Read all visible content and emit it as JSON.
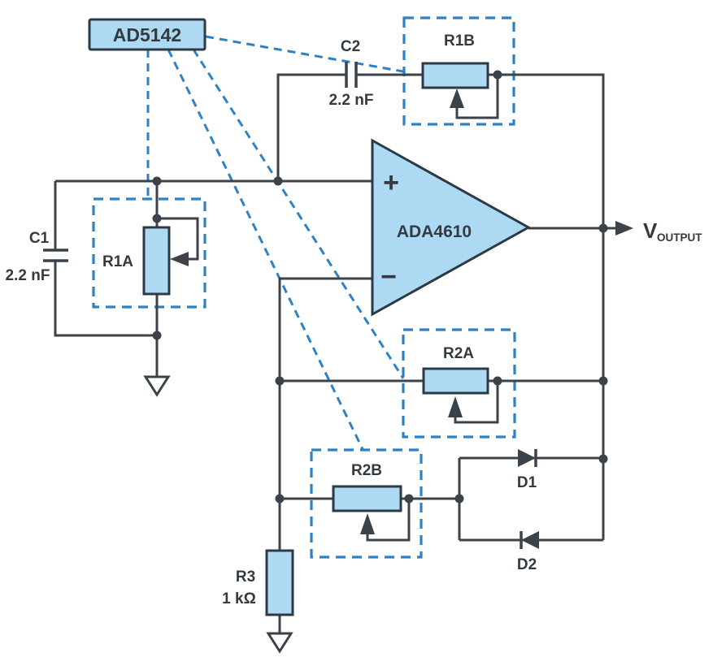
{
  "colors": {
    "component_fill": "#aed9f2",
    "component_border": "#2b3a45",
    "wire": "#3c4249",
    "dashed_blue": "#2e82c4",
    "label": "#333a41",
    "background": "#ffffff"
  },
  "components": {
    "ad5142": {
      "label": "AD5142"
    },
    "opamp": {
      "label": "ADA4610",
      "plus": "+",
      "minus": "−"
    },
    "c1": {
      "label": "C1",
      "value": "2.2 nF"
    },
    "c2": {
      "label": "C2",
      "value": "2.2 nF"
    },
    "r1a": {
      "label": "R1A"
    },
    "r1b": {
      "label": "R1B"
    },
    "r2a": {
      "label": "R2A"
    },
    "r2b": {
      "label": "R2B"
    },
    "r3": {
      "label": "R3",
      "value": "1 kΩ"
    },
    "d1": {
      "label": "D1"
    },
    "d2": {
      "label": "D2"
    },
    "output": {
      "symbol": "V",
      "subscript": "OUTPUT"
    }
  }
}
